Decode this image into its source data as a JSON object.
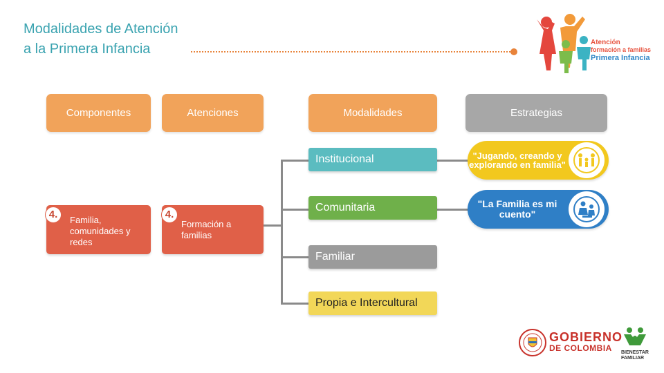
{
  "title": {
    "line1": "Modalidades de Atención",
    "line2": "a la Primera Infancia"
  },
  "headers": {
    "componentes": "Componentes",
    "atenciones": "Atenciones",
    "modalidades": "Modalidades",
    "estrategias": "Estrategias"
  },
  "components": [
    {
      "number": "4.",
      "label": "Familia, comunidades y redes"
    }
  ],
  "atenciones": [
    {
      "number": "4.",
      "label": "Formación a familias"
    }
  ],
  "modalidades": [
    {
      "label": "Institucional",
      "color": "#5bbcc0"
    },
    {
      "label": "Comunitaria",
      "color": "#6fb04a"
    },
    {
      "label": "Familiar",
      "color": "#9b9b9b"
    },
    {
      "label": "Propia e Intercultural",
      "color": "#f2d758"
    }
  ],
  "estrategias": [
    {
      "label": "\"Jugando, creando y explorando en familia\"",
      "color": "#f2c81e",
      "icon": "family-play-icon"
    },
    {
      "label": "\"La Familia es mi cuento\"",
      "color": "#2f7fc6",
      "icon": "family-reading-icon"
    }
  ],
  "program_logo": {
    "line1": "Atención",
    "line2": "formación a familias",
    "line3": "Primera Infancia"
  },
  "footer_logos": {
    "gobierno_line1": "GOBIERNO",
    "gobierno_line2": "DE COLOMBIA",
    "icbf_line1": "BIENESTAR",
    "icbf_line2": "FAMILIAR"
  },
  "colors": {
    "title": "#3aa3b0",
    "header_orange": "#f1a35a",
    "header_grey": "#a7a7a7",
    "card_red": "#e06048",
    "connector": "#8a8a8a",
    "dotted_line": "#e8833a"
  }
}
